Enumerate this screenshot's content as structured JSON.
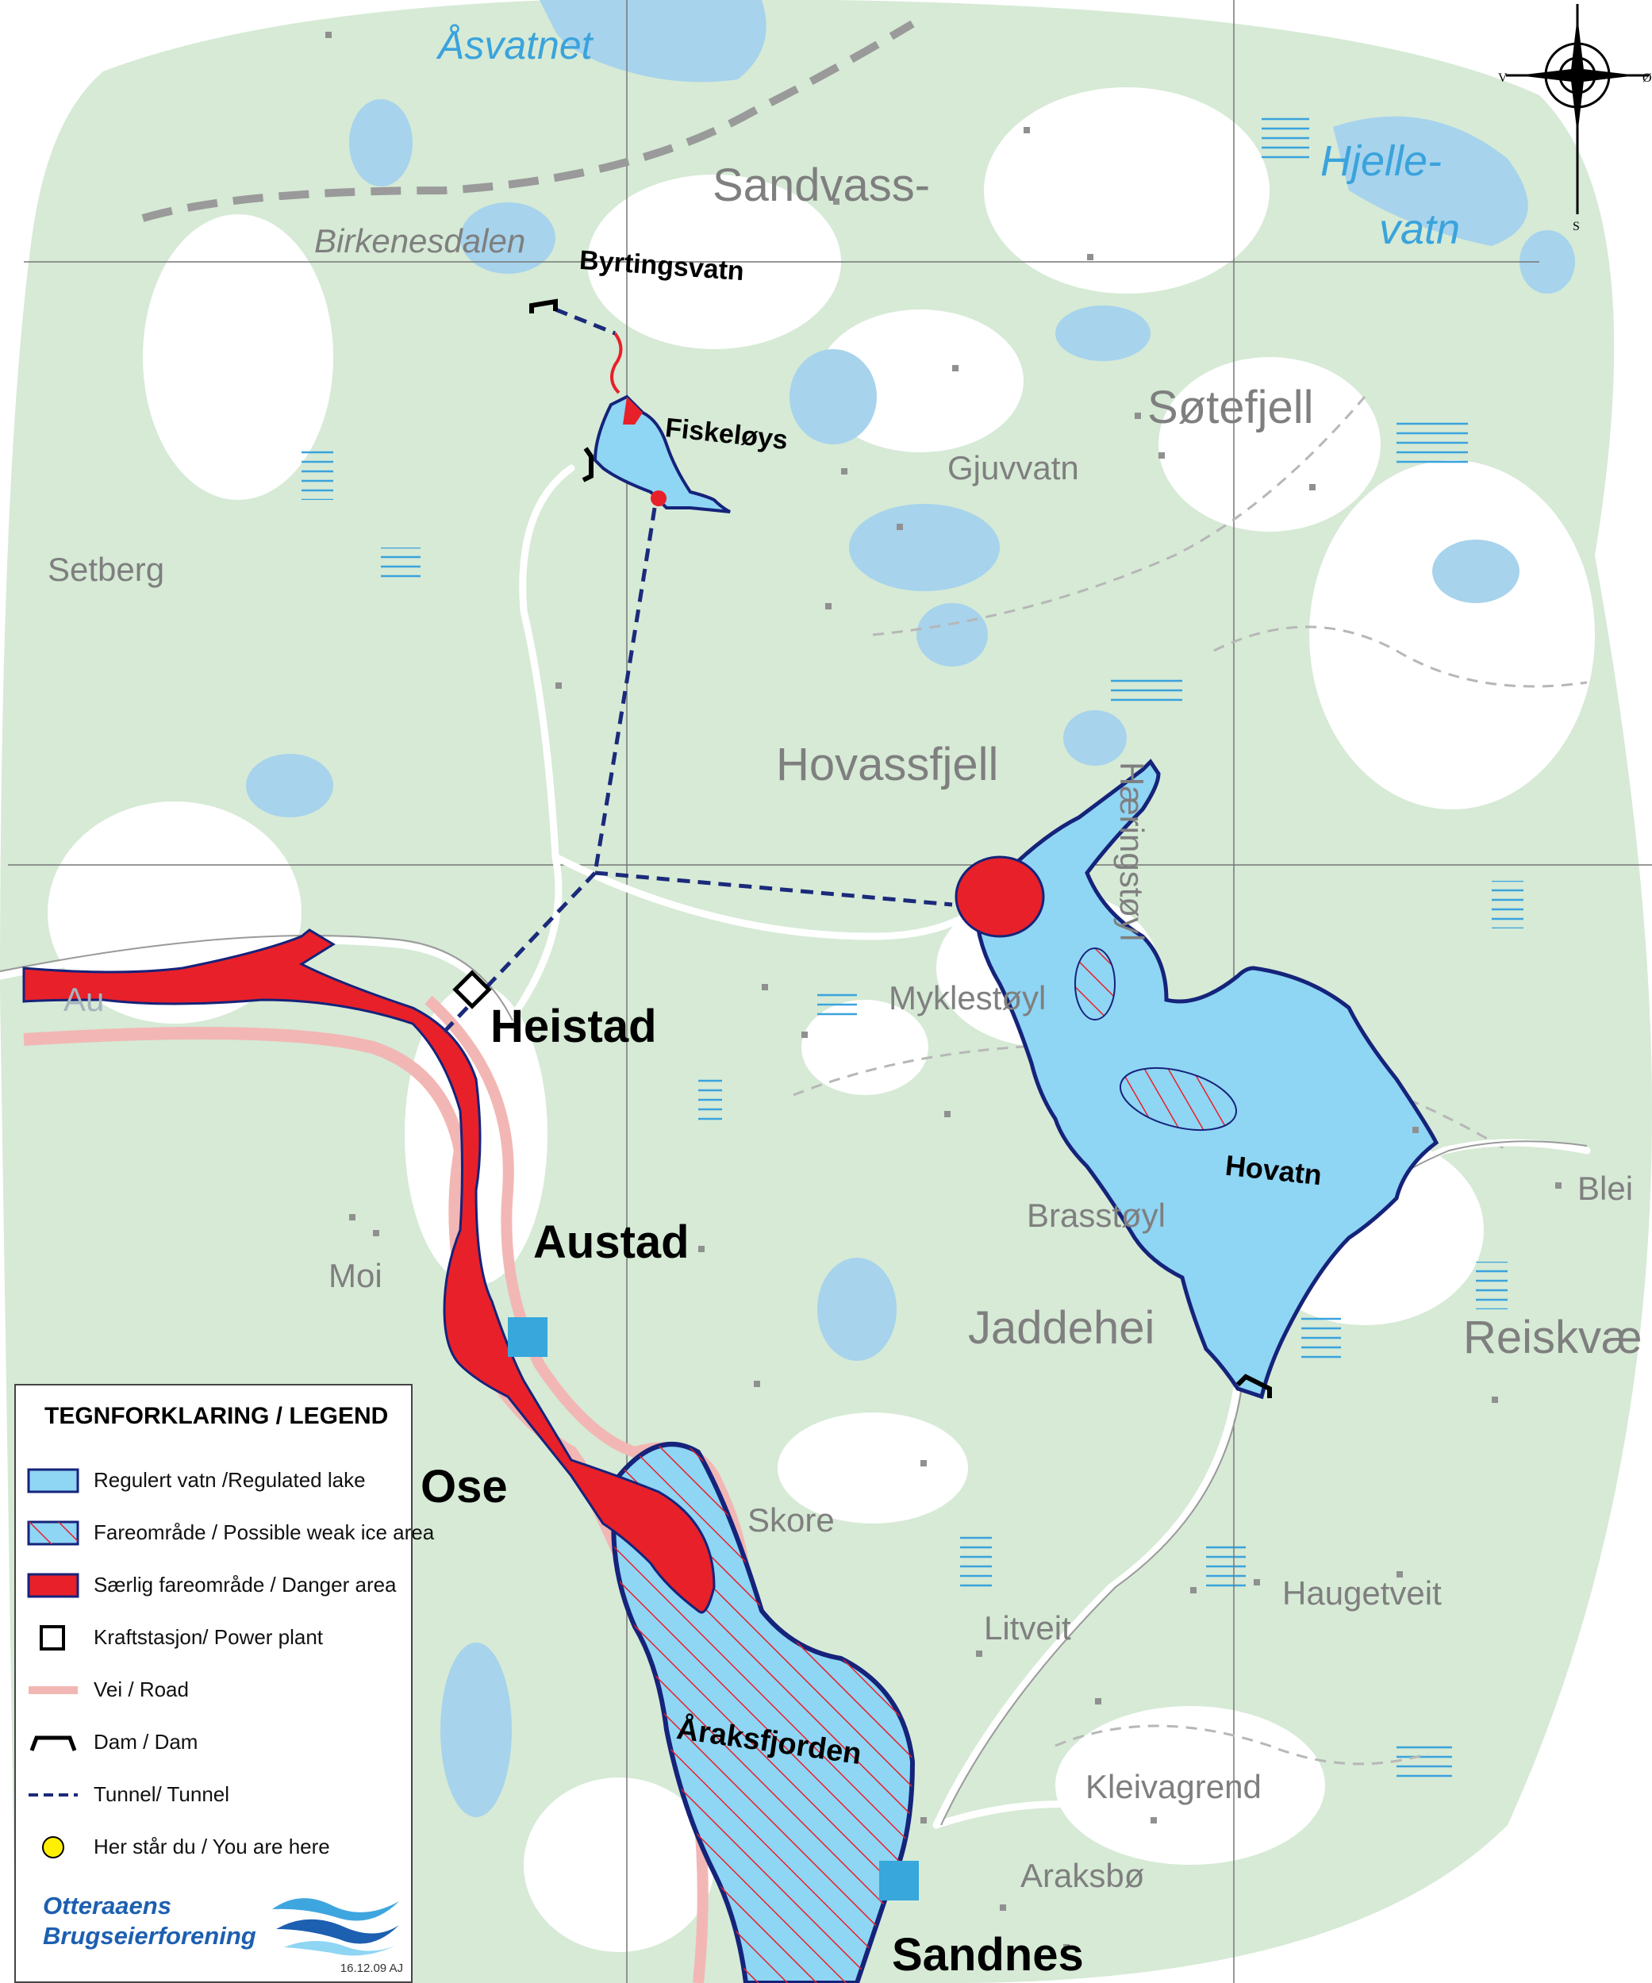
{
  "map": {
    "places": {
      "asvatnet": "Åsvatnet",
      "sandvass": "Sandvass-",
      "hjelle": "Hjelle-",
      "vatn": "vatn",
      "birkenesdalen": "Birkenesdalen",
      "byrtingsvatn": "Byrtingsvatn",
      "fiskeloys": "Fiskeløys",
      "sotefjell": "Søtefjell",
      "gjuvvatn": "Gjuvvatn",
      "setberg": "Setberg",
      "hovassfjell": "Hovassfjell",
      "haeringstoyl": "Hæringstøyl",
      "myklestoyl": "Myklestøyl",
      "heistad": "Heistad",
      "hovatn": "Hovatn",
      "blei": "Blei",
      "brasstoyl": "Brasstøyl",
      "austad": "Austad",
      "moi": "Moi",
      "jaddehei": "Jaddehei",
      "reiskvae": "Reiskvæ",
      "ose": "Ose",
      "skore": "Skore",
      "haugetveit": "Haugetveit",
      "litveit": "Litveit",
      "araksfjorden": "Åraksfjorden",
      "kleivagrend": "Kleivagrend",
      "araksbo": "Araksbø",
      "sandnes": "Sandnes",
      "austad_faded": "Au"
    },
    "compass": {
      "v": "V",
      "o": "Ø",
      "s": "S"
    },
    "colors": {
      "land": "#d6ead6",
      "water": "#a7d3ec",
      "regulated": "#8fd5f4",
      "danger": "#e8202a",
      "road": "#f2b7b4",
      "tunnel": "#1b2a7a",
      "outline": "#15237a"
    }
  },
  "legend": {
    "title": "TEGNFORKLARING / LEGEND",
    "items": [
      {
        "label": "Regulert vatn /Regulated lake",
        "symbol": "regulated-lake"
      },
      {
        "label": "Fareområde / Possible weak ice area",
        "symbol": "weak-ice-hatch"
      },
      {
        "label": "Særlig fareområde / Danger area",
        "symbol": "danger-area"
      },
      {
        "label": "Kraftstasjon/ Power plant",
        "symbol": "power-plant-square"
      },
      {
        "label": "Vei / Road",
        "symbol": "road-line"
      },
      {
        "label": "Dam / Dam",
        "symbol": "dam-bracket"
      },
      {
        "label": "Tunnel/ Tunnel",
        "symbol": "tunnel-dashes"
      },
      {
        "label": "Her står du / You are here",
        "symbol": "you-are-here-dot"
      }
    ],
    "org_line1": "Otteraaens",
    "org_line2": "Brugseierforening",
    "date": "16.12.09 AJ"
  }
}
